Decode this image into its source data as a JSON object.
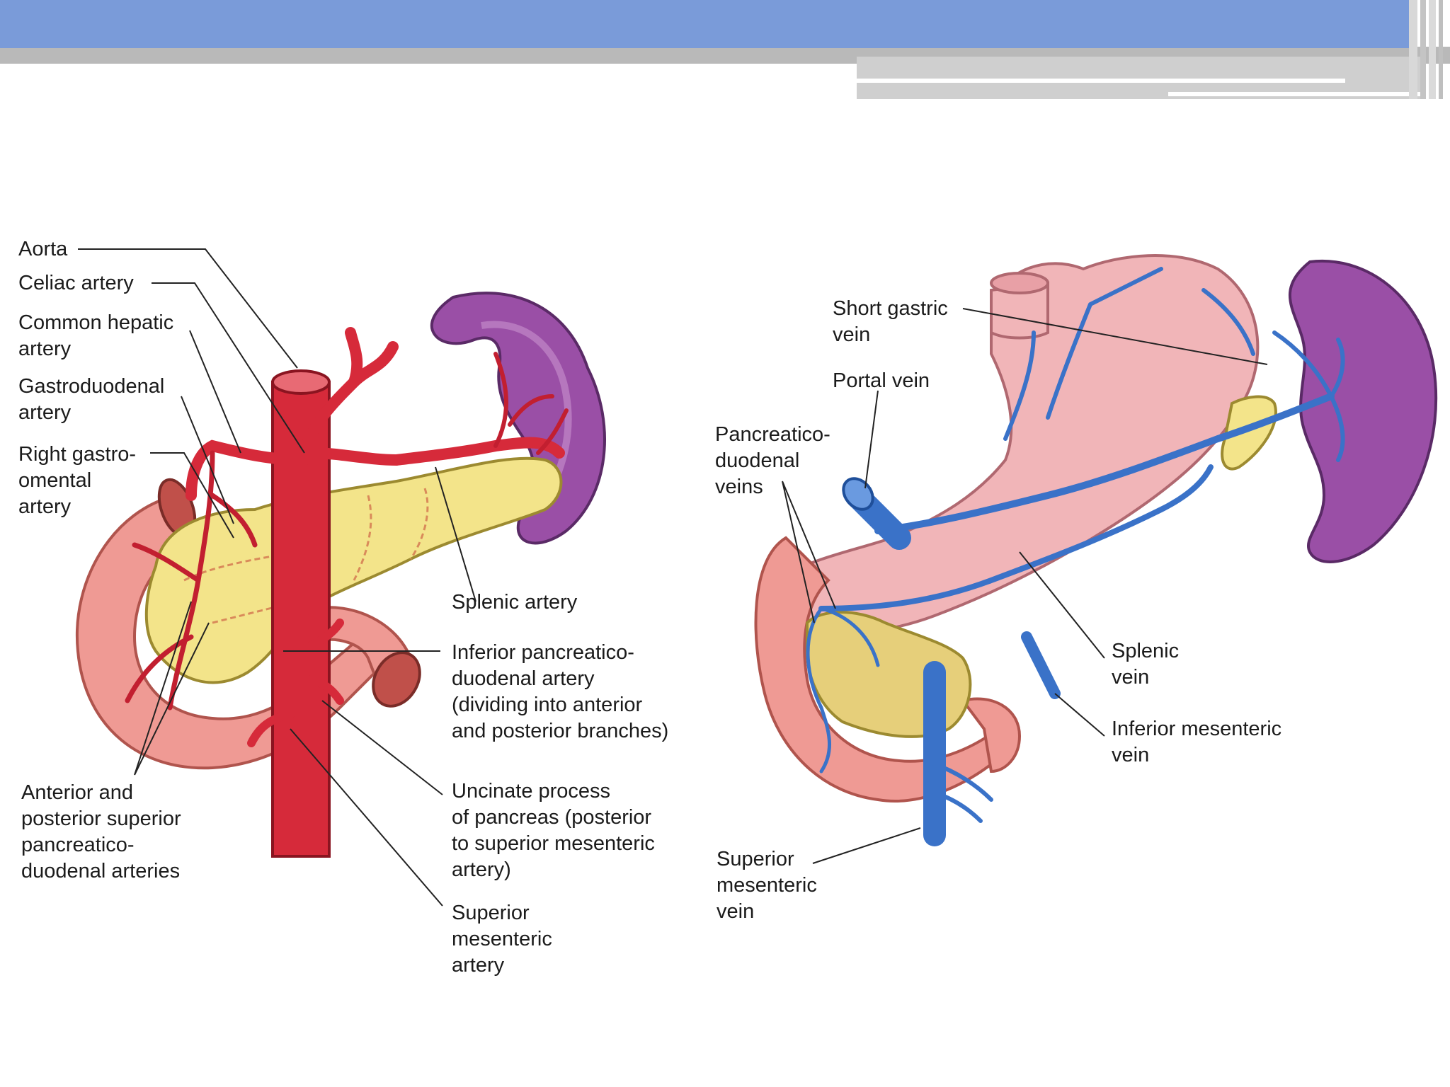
{
  "colors": {
    "header_bar": "#7a9bd9",
    "header_shadow": "#b8b8b8",
    "artery": "#d62a3a",
    "artery_dark": "#9a1626",
    "vein": "#3a72c8",
    "vein_dark": "#1f4f9a",
    "pancreas": "#f3e48a",
    "spleen": "#9a4fa6",
    "stomach": "#f1b5b8",
    "duodenum": "#ef9a94"
  },
  "left_figure": {
    "labels": {
      "aorta": "Aorta",
      "celiac_artery": "Celiac artery",
      "common_hepatic_artery": "Common hepatic\nartery",
      "gastroduodenal_artery": "Gastroduodenal\nartery",
      "right_gastroomental_artery": "Right gastro-\nomental\nartery",
      "anterior_posterior_superior": "Anterior and\nposterior superior\npancreatico-\nduodenal arteries",
      "splenic_artery": "Splenic artery",
      "inferior_pancreaticoduodenal": "Inferior pancreatico-\nduodenal artery\n(dividing into anterior\nand posterior branches)",
      "uncinate_process": "Uncinate process\nof pancreas (posterior\nto superior mesenteric\nartery)",
      "superior_mesenteric_artery": "Superior\nmesenteric\nartery"
    }
  },
  "right_figure": {
    "labels": {
      "short_gastric_vein": "Short gastric\nvein",
      "portal_vein": "Portal vein",
      "pancreaticoduodenal_veins": "Pancreatico-\nduodenal\nveins",
      "splenic_vein": "Splenic\nvein",
      "inferior_mesenteric_vein": "Inferior mesenteric\nvein",
      "superior_mesenteric_vein": "Superior\nmesenteric\nvein"
    }
  }
}
